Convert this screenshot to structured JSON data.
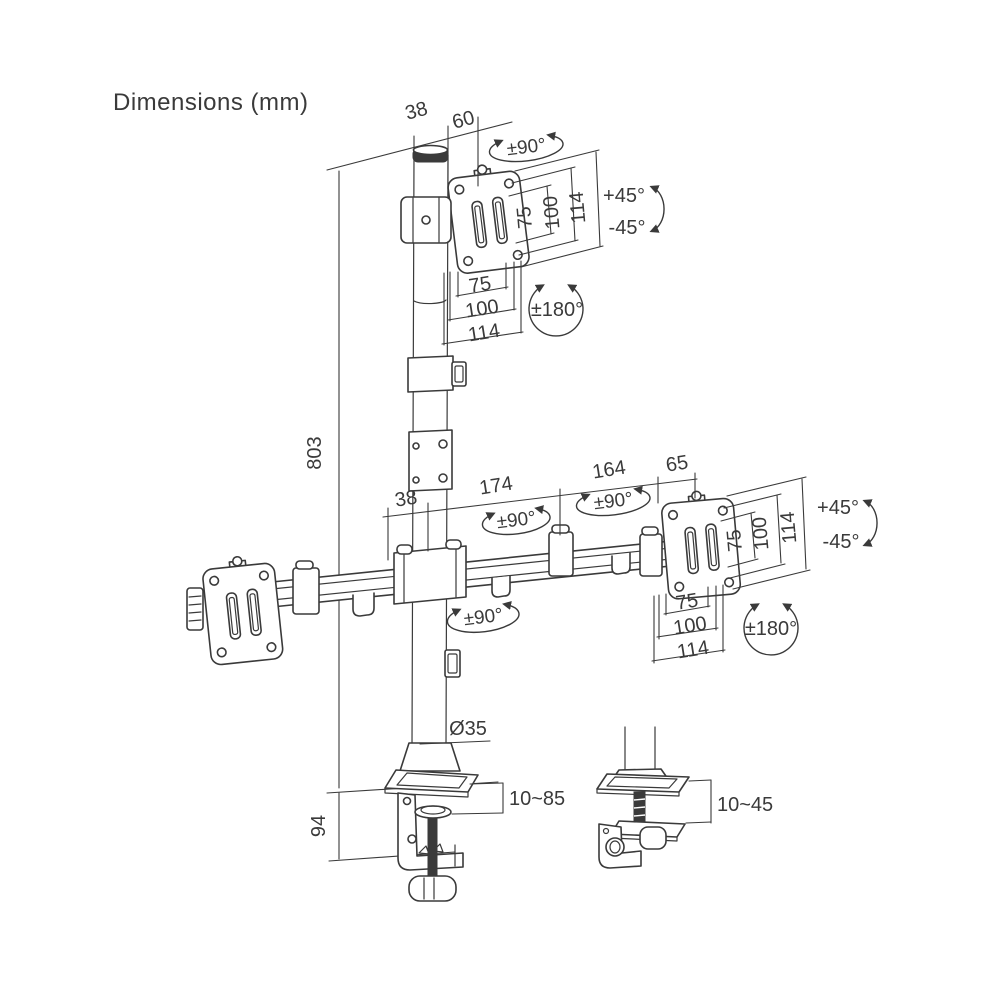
{
  "title": "Dimensions (mm)",
  "colors": {
    "line": "#3a3a3a",
    "background": "#ffffff"
  },
  "dims": {
    "top": {
      "d38": "38",
      "d60": "60",
      "swivel": "±90°",
      "tilt_up": "+45°",
      "tilt_down": "-45°",
      "rotate": "±180°",
      "side": {
        "d75": "75",
        "d100": "100",
        "d114": "114"
      },
      "bottom": {
        "d75": "75",
        "d100": "100",
        "d114": "114"
      }
    },
    "pole": {
      "height": "803",
      "diameter": "Ø35"
    },
    "arm": {
      "d38": "38",
      "d174": "174",
      "d164": "164",
      "d65": "65",
      "swivel_left": "±90°",
      "swivel_right": "±90°",
      "swivel_center": "±90°"
    },
    "right": {
      "tilt_up": "+45°",
      "tilt_down": "-45°",
      "rotate": "±180°",
      "side": {
        "d75": "75",
        "d100": "100",
        "d114": "114"
      },
      "bottom": {
        "d75": "75",
        "d100": "100",
        "d114": "114"
      }
    },
    "base": {
      "clamp_range": "10~85",
      "clamp_height": "94",
      "grommet_range": "10~45"
    }
  }
}
